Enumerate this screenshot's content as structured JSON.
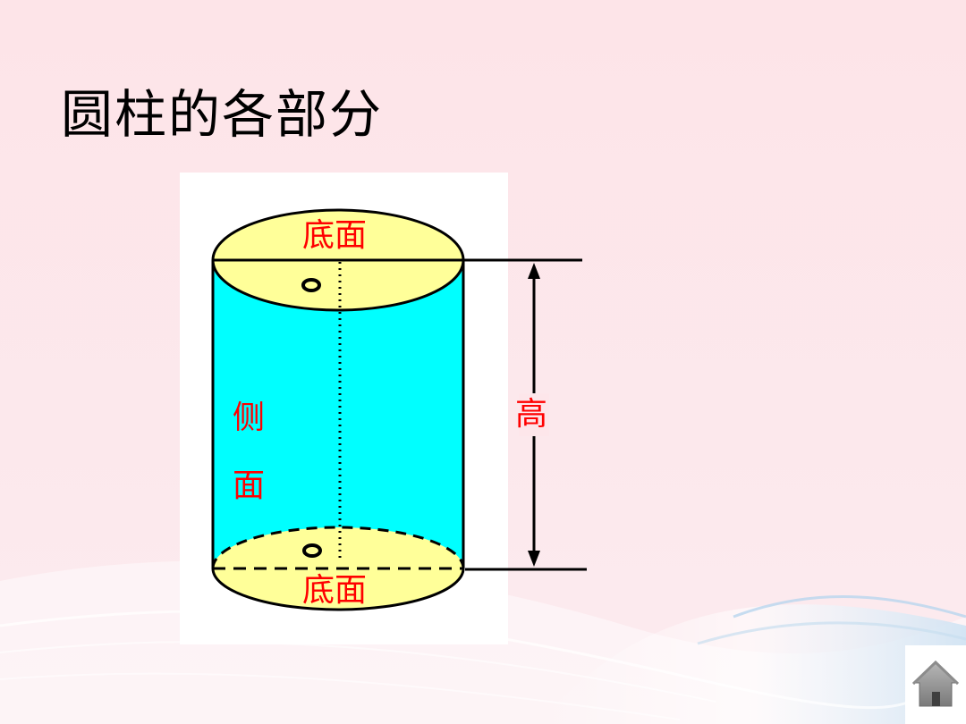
{
  "slide": {
    "title": "圆柱的各部分"
  },
  "diagram": {
    "top_base_label": "底面",
    "bottom_base_label": "底面",
    "lateral_surface_label": "侧面",
    "height_label": "高",
    "center_marker_top": "o",
    "center_marker_bottom": "o"
  },
  "colors": {
    "background": "#fde6ea",
    "base_fill": "#ffff99",
    "lateral_fill": "#00ffff",
    "label_color": "#ff0000",
    "outline": "#000000"
  },
  "navigation": {
    "home_icon": "home-icon"
  }
}
